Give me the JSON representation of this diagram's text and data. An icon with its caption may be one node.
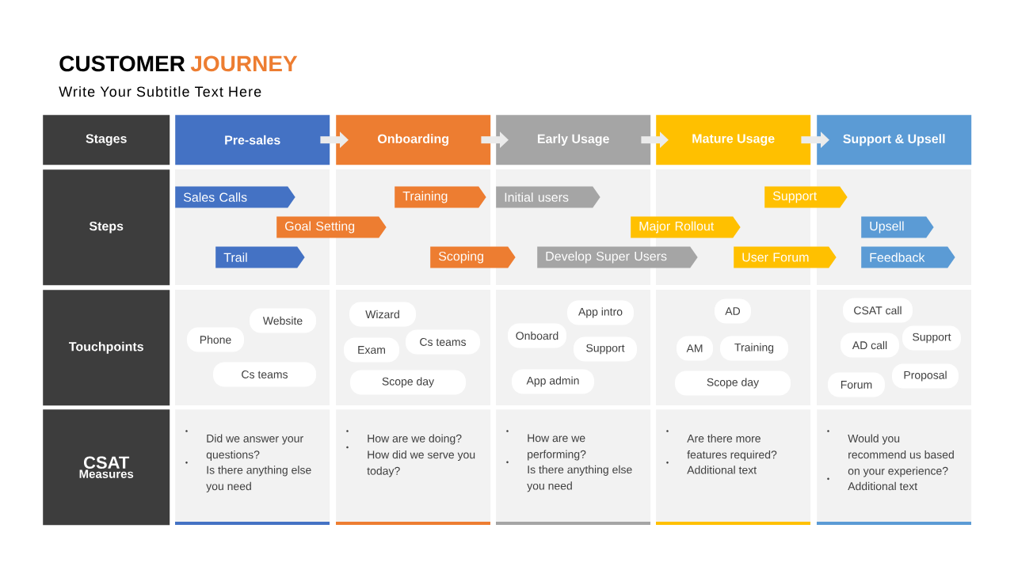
{
  "diagram": {
    "title": "CUSTOMER",
    "nodes": [
      {
        "text": [
          "Stages"
        ]
      },
      {
        "text": [
          "Pre-sales"
        ]
      },
      {
        "text": [
          "Onboarding"
        ]
      },
      {
        "text": [
          "Early Usage"
        ]
      },
      {
        "text": [
          "Mature Usage"
        ]
      },
      {
        "text": [
          "Support & Upsell"
        ]
      },
      {
        "text": [
          "Steps"
        ]
      },
      {
        "text": [
          "Sales Calls"
        ]
      },
      {
        "text": [
          "Goal Setting"
        ]
      },
      {
        "text": [
          "Trail"
        ]
      },
      {
        "text": [
          "Training"
        ]
      },
      {
        "text": [
          "Scoping"
        ]
      },
      {
        "text": [
          "Initial users"
        ]
      },
      {
        "text": [
          "Develop Super Users"
        ]
      },
      {
        "text": [
          "Major Rollout"
        ]
      },
      {
        "text": [
          "Support"
        ]
      },
      {
        "text": [
          "User Forum"
        ]
      },
      {
        "text": [
          "Upsell"
        ]
      },
      {
        "text": [
          "Feedback"
        ]
      },
      {
        "text": [
          "Touchpoints"
        ]
      },
      {
        "text": [
          "Website"
        ]
      },
      {
        "text": [
          "Phone"
        ]
      },
      {
        "text": [
          "Cs teams"
        ]
      },
      {
        "text": [
          "Wizard"
        ]
      },
      {
        "text": [
          "Cs teams"
        ]
      },
      {
        "text": [
          "Exam"
        ]
      },
      {
        "text": [
          "Scope day"
        ]
      },
      {
        "text": [
          "App intro"
        ]
      },
      {
        "text": [
          "Onboard"
        ]
      },
      {
        "text": [
          "Support"
        ]
      },
      {
        "text": [
          "App admin"
        ]
      },
      {
        "text": [
          "AD"
        ]
      },
      {
        "text": [
          "AM"
        ]
      },
      {
        "text": [
          "Training"
        ]
      },
      {
        "text": [
          "Scope day"
        ]
      },
      {
        "text": [
          "CSAT call"
        ]
      },
      {
        "text": [
          "Support"
        ]
      },
      {
        "text": [
          "AD call"
        ]
      },
      {
        "text": [
          "Proposal"
        ]
      },
      {
        "text": [
          "Forum"
        ]
      },
      {
        "text": [
          "CSAT",
          "Measures"
        ]
      },
      {
        "text": [
          "Did we answer your questions?",
          "Is there anything else you need"
        ]
      },
      {
        "text": [
          "How are we doing?",
          "How did we serve you today?"
        ]
      },
      {
        "text": [
          "How are we performing?",
          "Is there anything else you need"
        ]
      },
      {
        "text": [
          "Are there more features required?",
          "Additional text"
        ]
      },
      {
        "text": [
          "Would you recommend us based on your experience?",
          "Additional text"
        ]
      }
    ],
    "edges": [
      {
        "from": 1,
        "to": 2,
        "arrow": "to"
      },
      {
        "from": 2,
        "to": 3,
        "arrow": "to"
      },
      {
        "from": 3,
        "to": 4,
        "arrow": "to"
      },
      {
        "from": 4,
        "to": 5,
        "arrow": "to"
      }
    ],
    "labels": [
      "JOURNEY",
      "Write Your Subtitle Text Here"
    ]
  }
}
